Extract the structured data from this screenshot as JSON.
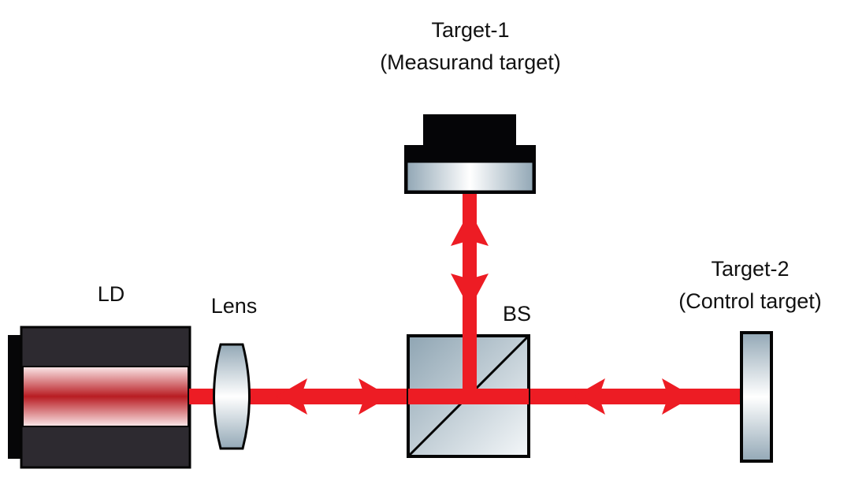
{
  "labels": {
    "target1_line1": "Target-1",
    "target1_line2": "(Measurand target)",
    "target2_line1": "Target-2",
    "target2_line2": "(Control target)",
    "ld": "LD",
    "lens": "Lens",
    "bs": "BS"
  },
  "colors": {
    "beam": "#ed1c24",
    "housing": "#2d2a30",
    "target1_housing": "#050507",
    "glass_dark": "#93a8b6",
    "glass_light": "#ffffff",
    "laser_core": "#b81c22"
  },
  "components": [
    {
      "id": "ld",
      "name": "Laser diode"
    },
    {
      "id": "lens",
      "name": "Lens"
    },
    {
      "id": "bs",
      "name": "Beam splitter"
    },
    {
      "id": "target1",
      "name": "Measurand target"
    },
    {
      "id": "target2",
      "name": "Control target"
    }
  ]
}
